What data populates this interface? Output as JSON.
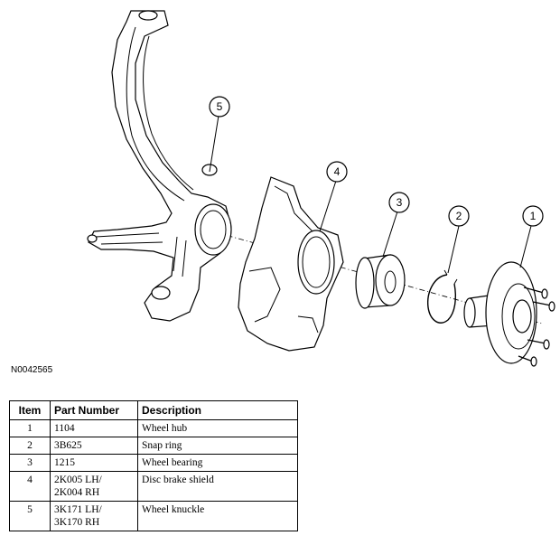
{
  "figure_id": "N0042565",
  "callouts": [
    "1",
    "2",
    "3",
    "4",
    "5"
  ],
  "table": {
    "headers": [
      "Item",
      "Part Number",
      "Description"
    ],
    "rows": [
      {
        "item": "1",
        "part_number": "1104",
        "description": "Wheel hub"
      },
      {
        "item": "2",
        "part_number": "3B625",
        "description": "Snap ring"
      },
      {
        "item": "3",
        "part_number": "1215",
        "description": "Wheel bearing"
      },
      {
        "item": "4",
        "part_number": "2K005 LH/\n2K004 RH",
        "description": "Disc brake shield"
      },
      {
        "item": "5",
        "part_number": "3K171 LH/\n3K170 RH",
        "description": "Wheel knuckle"
      }
    ]
  }
}
